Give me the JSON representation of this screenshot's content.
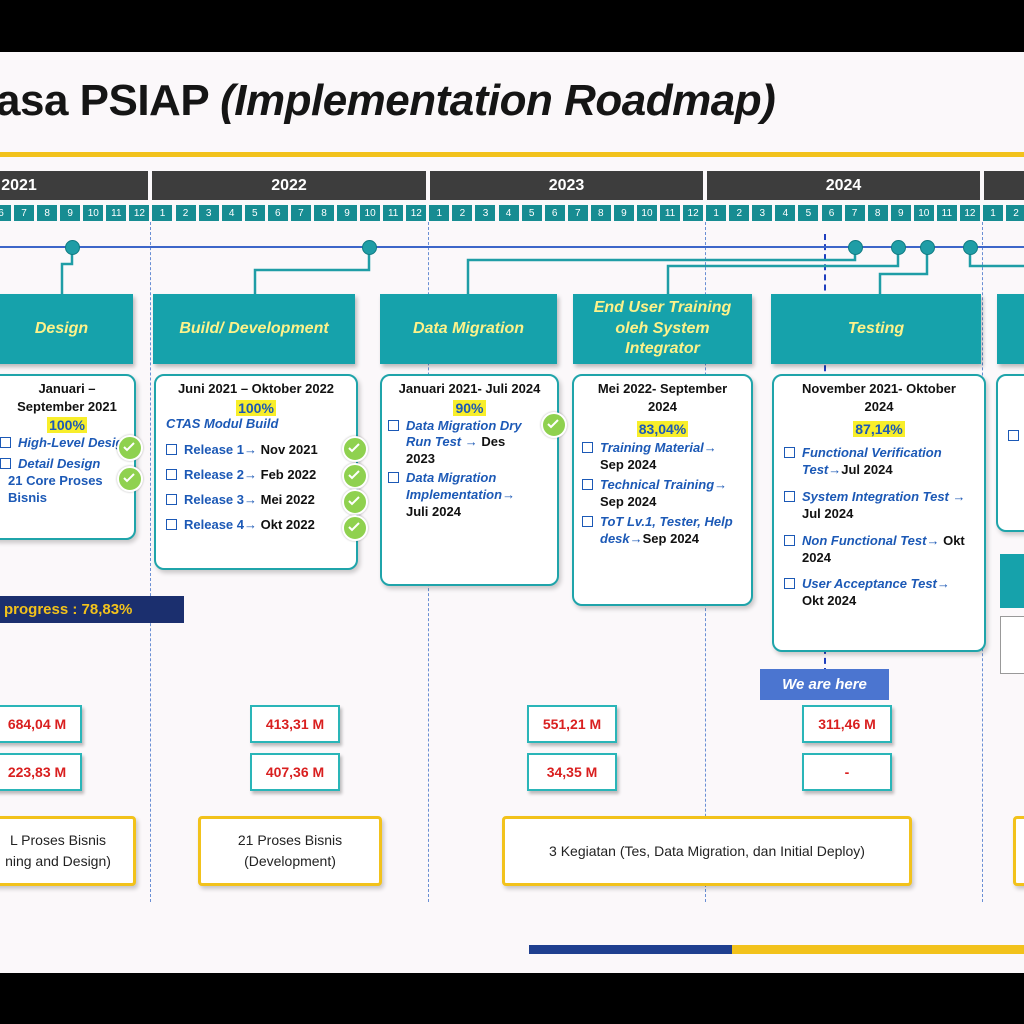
{
  "title": {
    "prefix": "asa PSIAP ",
    "italic": "(Implementation Roadmap)"
  },
  "years": [
    "2021",
    "2022",
    "2023",
    "2024"
  ],
  "months": [
    "6",
    "7",
    "8",
    "9",
    "10",
    "11",
    "12",
    "1",
    "2",
    "3",
    "4",
    "5",
    "6",
    "7",
    "8",
    "9",
    "10",
    "11",
    "12",
    "1",
    "2",
    "3",
    "4",
    "5",
    "6",
    "7",
    "8",
    "9",
    "10",
    "11",
    "12",
    "1",
    "2",
    "3",
    "4",
    "5",
    "6",
    "7",
    "8",
    "9",
    "10",
    "11",
    "12",
    "1",
    "2"
  ],
  "phases": [
    {
      "name": "Design",
      "date": "Januari –\nSeptember 2021",
      "progress": "100%",
      "items": [
        {
          "text": "High-Level Design",
          "date": ""
        },
        {
          "text": "Detail Design",
          "date": ""
        }
      ],
      "extra": "21 Core Proses\nBisnis"
    },
    {
      "name": "Build/ Development",
      "date": "Juni 2021 – Oktober 2022",
      "progress": "100%",
      "subtitle": "CTAS Modul Build",
      "items": [
        {
          "text": "Release 1",
          "date": "Nov 2021"
        },
        {
          "text": "Release 2",
          "date": "Feb 2022"
        },
        {
          "text": "Release 3",
          "date": "Mei 2022"
        },
        {
          "text": "Release 4",
          "date": "Okt 2022"
        }
      ]
    },
    {
      "name": "Data Migration",
      "date": "Januari 2021- Juli 2024",
      "progress": "90%",
      "items": [
        {
          "text": "Data Migration Dry Run Test",
          "date": "Des 2023"
        },
        {
          "text": "Data Migration Implementation",
          "date": "Juli 2024"
        }
      ]
    },
    {
      "name": "End User Training oleh System Integrator",
      "date": "Mei 2022- September\n2024",
      "progress": "83,04%",
      "items": [
        {
          "text": "Training Material",
          "date": "Sep 2024"
        },
        {
          "text": "Technical Training",
          "date": "Sep 2024"
        },
        {
          "text": "ToT Lv.1, Tester, Help desk",
          "date": "Sep 2024"
        }
      ]
    },
    {
      "name": "Testing",
      "date": "November 2021- Oktober\n2024",
      "progress": "87,14%",
      "items": [
        {
          "text": "Functional Verification Test",
          "date": "Jul 2024"
        },
        {
          "text": "System Integration Test",
          "date": "Jul 2024"
        },
        {
          "text": "Non Functional Test",
          "date": "Okt 2024"
        },
        {
          "text": "User Acceptance Test",
          "date": "Okt 2024"
        }
      ]
    }
  ],
  "progress_label": "progress : 78,83%",
  "we_are_here": "We are here",
  "budget_row1": [
    "684,04 M",
    "413,31 M",
    "551,21 M",
    "311,46 M"
  ],
  "budget_row2": [
    "223,83 M",
    "407,36 M",
    "34,35 M",
    "-"
  ],
  "notes": [
    "L Proses Bisnis\nning and Design)",
    "21 Proses Bisnis\n(Development)",
    "3 Kegiatan (Tes, Data Migration, dan Initial Deploy)"
  ],
  "arrow": "→",
  "colors": {
    "teal": "#16a2ab",
    "yellow": "#f2c21b",
    "navy": "#1f3f8f",
    "red": "#d91f1f"
  }
}
